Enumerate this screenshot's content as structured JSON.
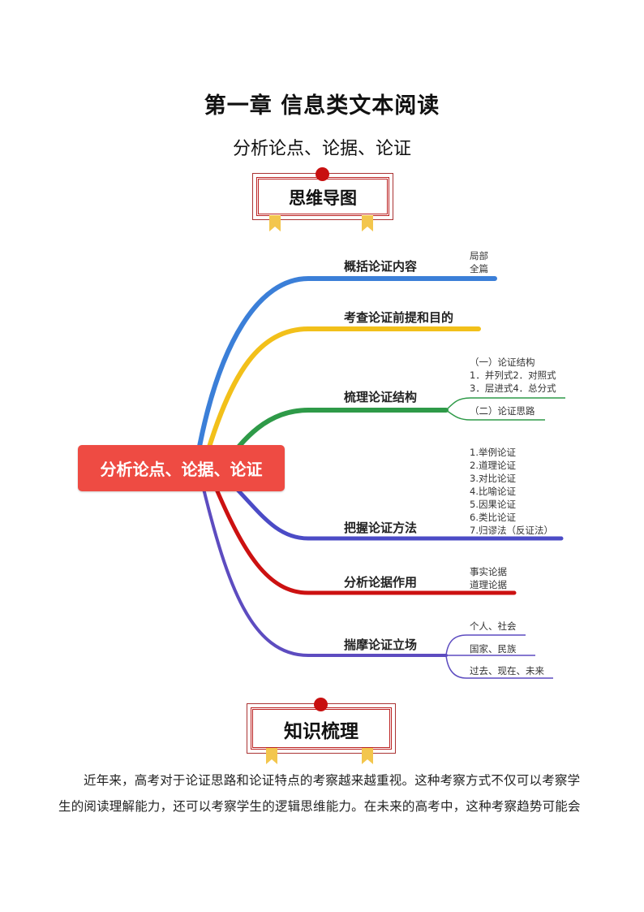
{
  "document": {
    "chapter_title": "第一章  信息类文本阅读",
    "subtitle": "分析论点、论据、论证",
    "section_mindmap": "思维导图",
    "section_knowledge": "知识梳理",
    "body_paragraph": "近年来，高考对于论证思路和论证特点的考察越来越重视。这种考察方式不仅可以考察学生的阅读理解能力，还可以考察学生的逻辑思维能力。在未来的高考中，这种考察趋势可能会"
  },
  "mindmap": {
    "central": "分析论点、论据、论证",
    "branches": [
      {
        "label": "概括论证内容",
        "color": "#3b7fd8",
        "leaves": [
          "局部",
          "全篇"
        ]
      },
      {
        "label": "考查论证前提和目的",
        "color": "#f2c01a",
        "leaves": []
      },
      {
        "label": "梳理论证结构",
        "color": "#2e9a48",
        "leaves": [
          "（一）论证结构",
          "1．并列式2．对照式",
          "3．层进式4．总分式",
          "（二）论证思路"
        ]
      },
      {
        "label": "把握论证方法",
        "color": "#4b4bc6",
        "leaves": [
          "1.举例论证",
          "2.道理论证",
          "3.对比论证",
          "4.比喻论证",
          "5.因果论证",
          "6.类比论证",
          "7.归谬法（反证法）"
        ]
      },
      {
        "label": "分析论据作用",
        "color": "#cc1111",
        "leaves": [
          "事实论据",
          "道理论据"
        ]
      },
      {
        "label": "揣摩论证立场",
        "color": "#5d4cc0",
        "leaves": [
          "个人、社会",
          "国家、民族",
          "过去、现在、未来"
        ]
      }
    ]
  }
}
